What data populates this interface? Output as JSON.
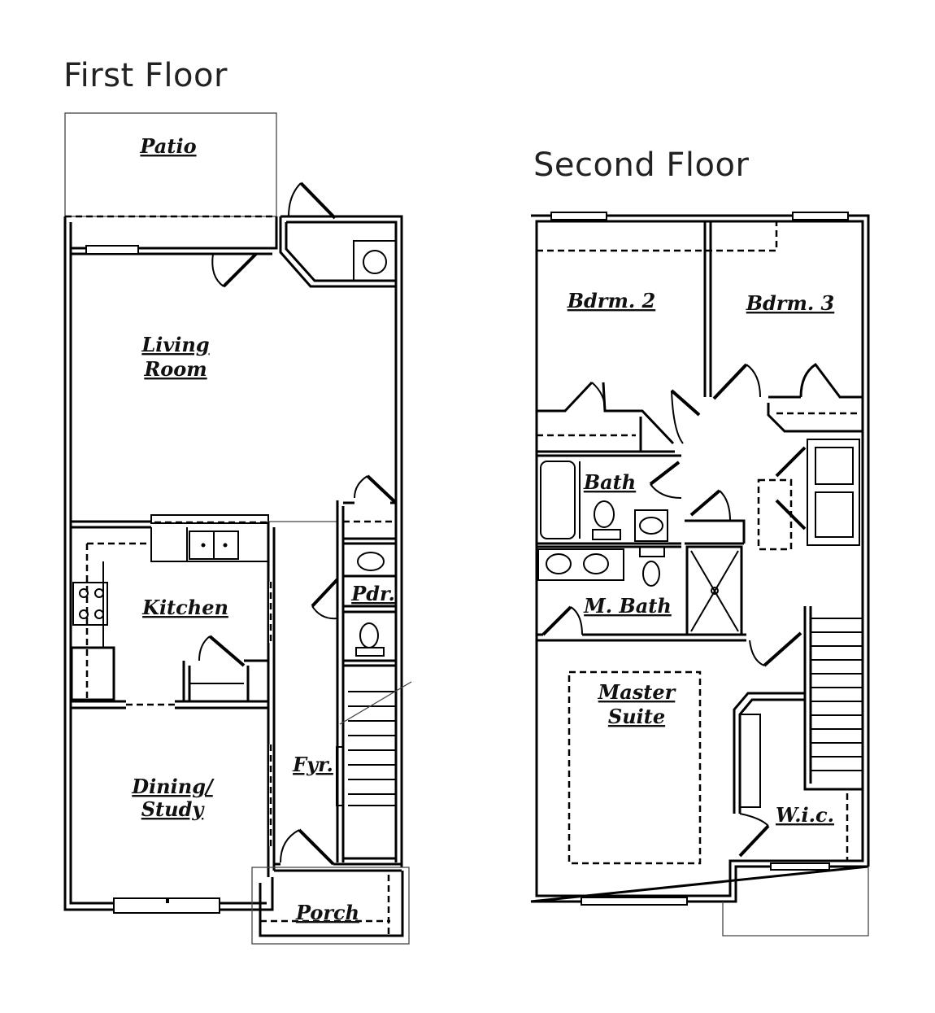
{
  "floors": [
    {
      "title": "First Floor",
      "rooms": [
        {
          "label": "Patio"
        },
        {
          "label": "Living"
        },
        {
          "label": "Room"
        },
        {
          "label": "Kitchen"
        },
        {
          "label": "Pdr."
        },
        {
          "label": "Dining/"
        },
        {
          "label": "Study"
        },
        {
          "label": "Fyr."
        },
        {
          "label": "Porch"
        }
      ]
    },
    {
      "title": "Second Floor",
      "rooms": [
        {
          "label": "Bdrm. 2"
        },
        {
          "label": "Bdrm. 3"
        },
        {
          "label": "Bath"
        },
        {
          "label": "M. Bath"
        },
        {
          "label": "Master"
        },
        {
          "label": "Suite"
        },
        {
          "label": "W.i.c."
        }
      ]
    }
  ]
}
